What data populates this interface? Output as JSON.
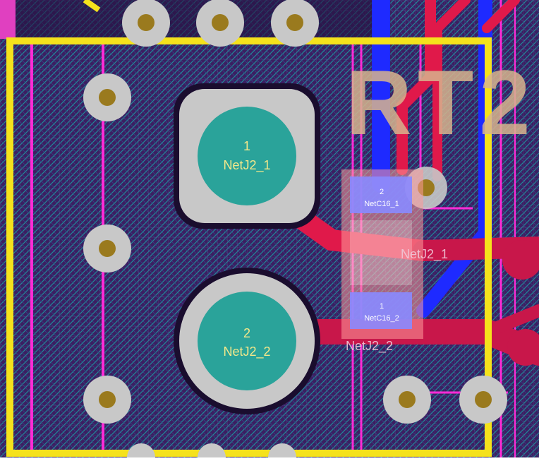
{
  "pads": {
    "j2_1": {
      "number": "1",
      "net": "NetJ2_1"
    },
    "j2_2": {
      "number": "2",
      "net": "NetJ2_2"
    },
    "c16_2": {
      "number": "2",
      "net": "NetC16_1"
    },
    "c16_1": {
      "number": "1",
      "net": "NetC16_2"
    }
  },
  "traces": {
    "net_j2_1_label": "NetJ2_1",
    "net_j2_2_label": "NetJ2_2"
  },
  "silkscreen": {
    "refdes": "RT2"
  },
  "colors": {
    "board": "#3a1f5e",
    "hatch": "#1f8f9a",
    "pad_gray": "#c8c8c8",
    "pad_teal": "#2aa39a",
    "via_drill": "#9a7a1e",
    "board_outline": "#f5e21c",
    "keepout_magenta": "#ff2bd6",
    "top_trace": "#e0194a",
    "bottom_trace": "#1e1eff",
    "silk": "#d8b48e"
  }
}
